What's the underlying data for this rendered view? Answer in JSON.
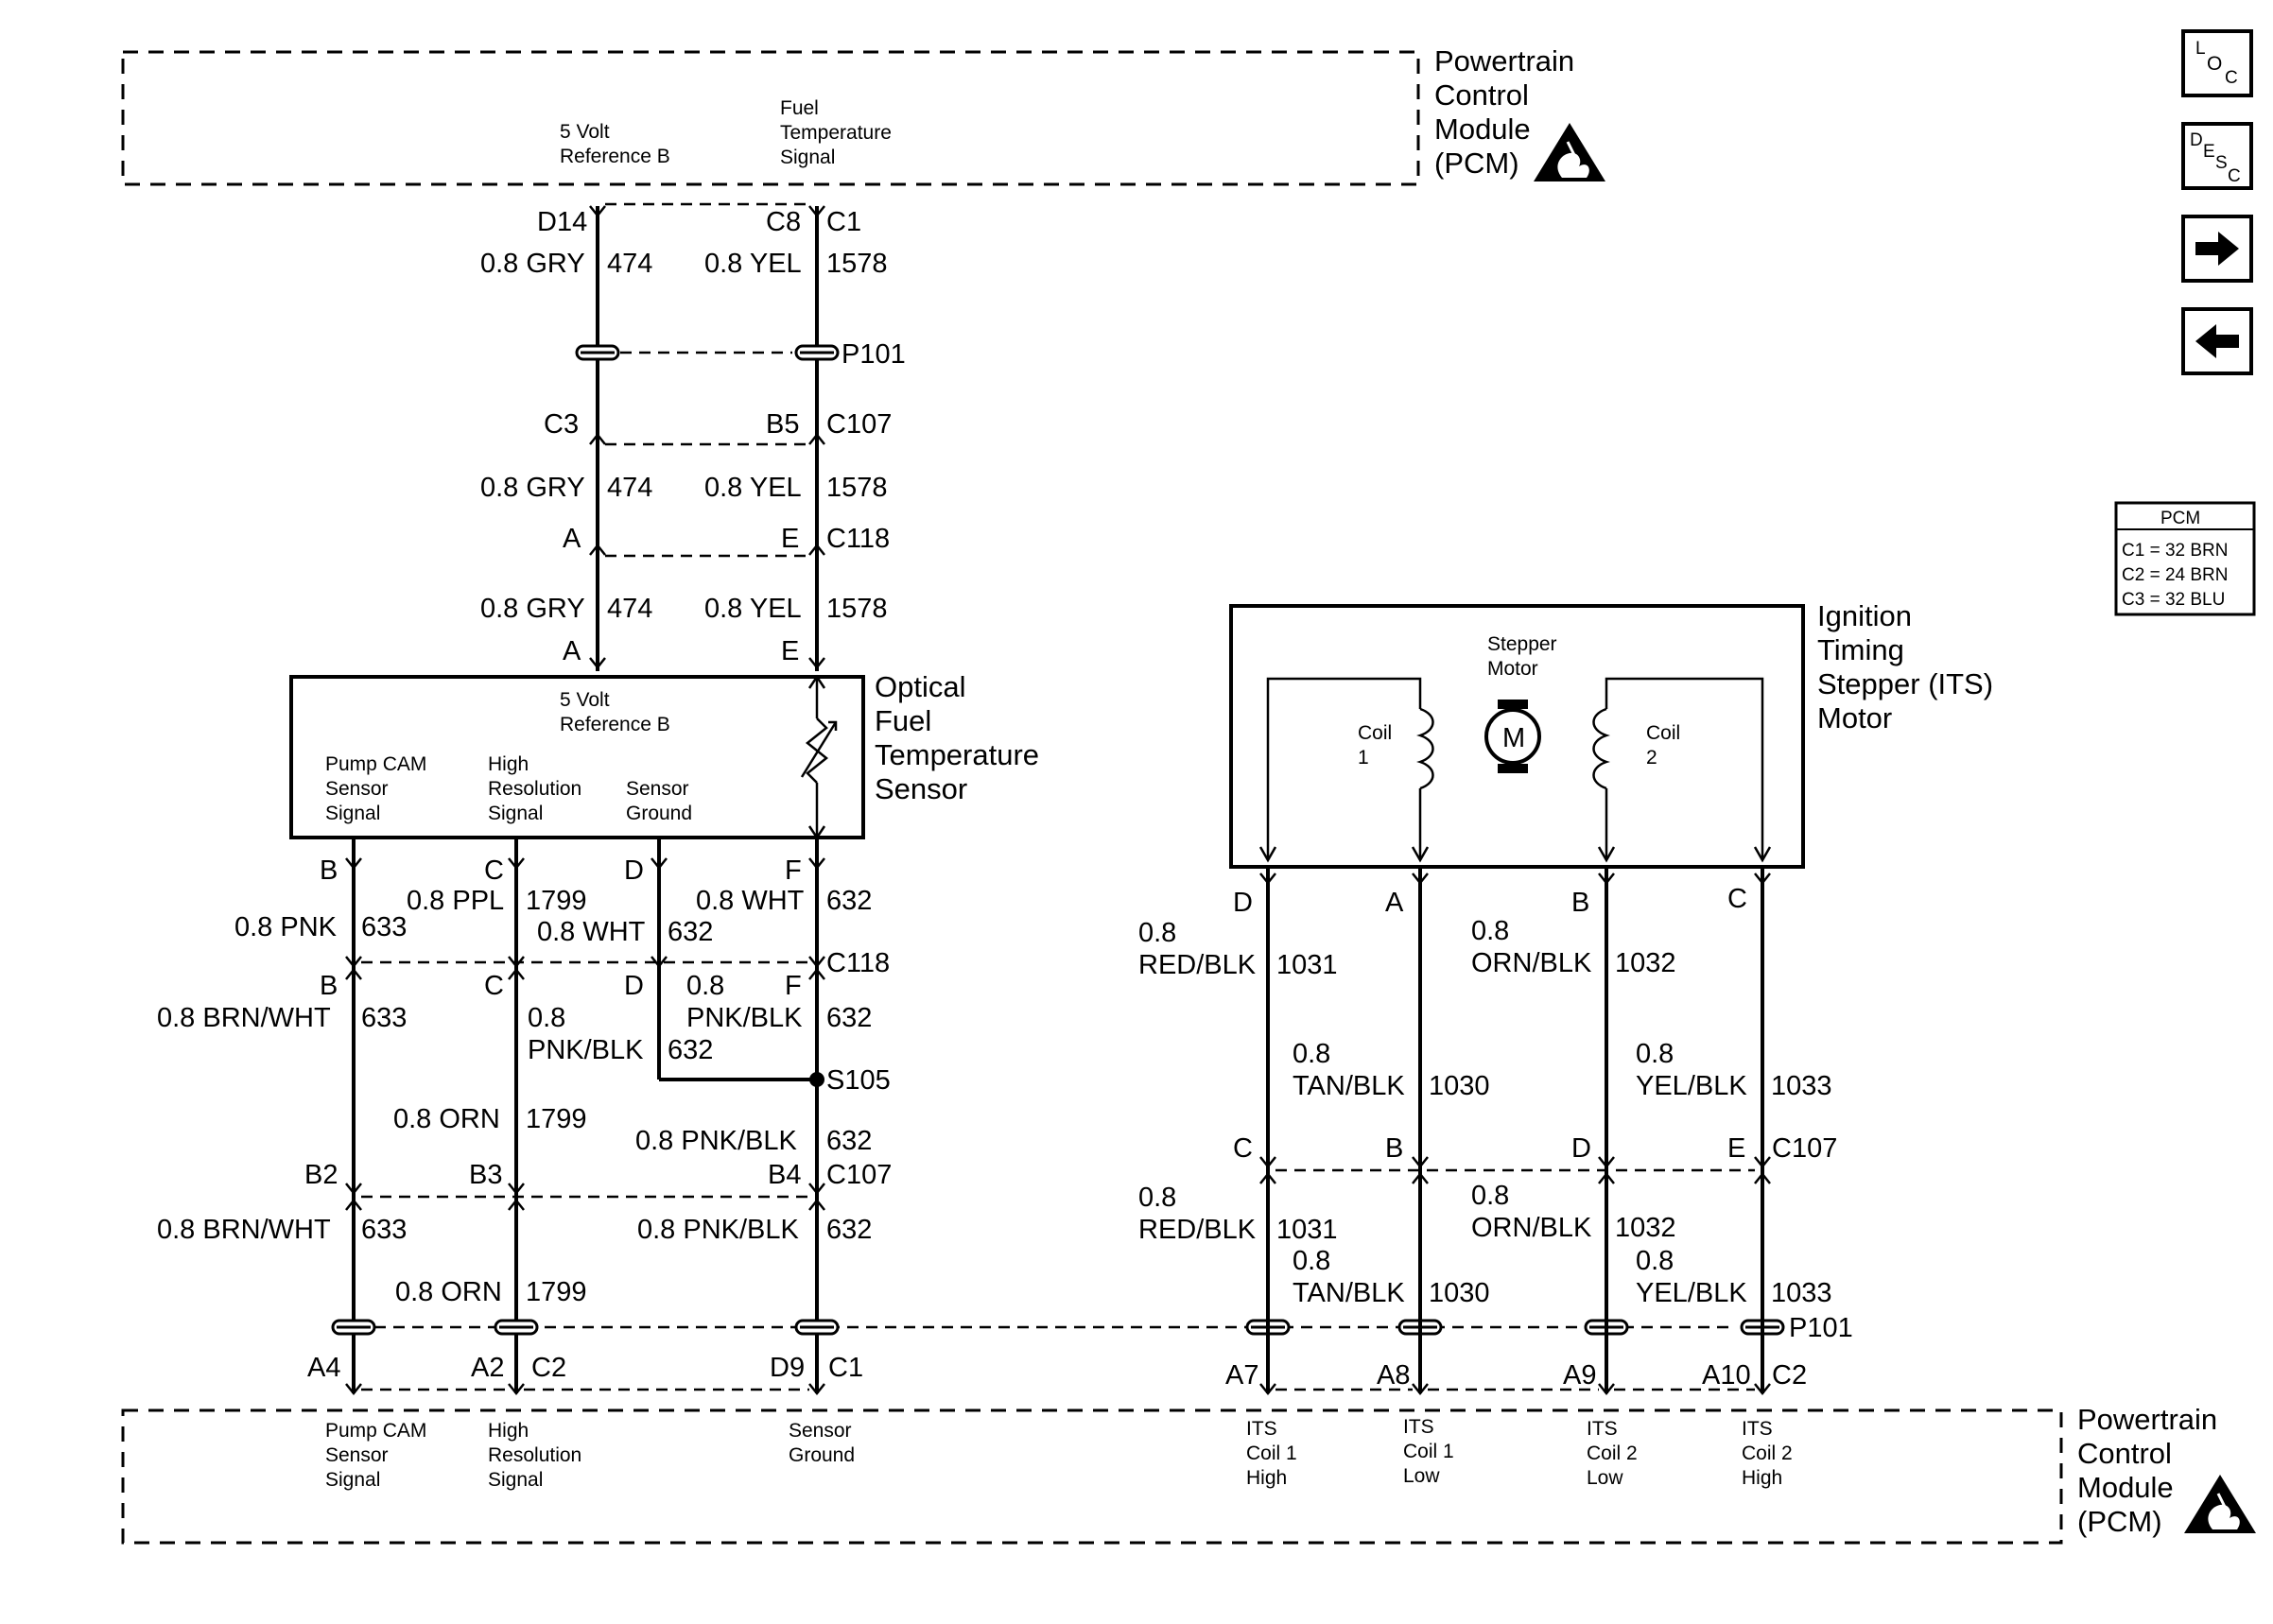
{
  "pcm_top": {
    "name": [
      "Powertrain",
      "Control",
      "Module",
      "(PCM)"
    ],
    "pin_5v": [
      "5 Volt",
      "Reference B"
    ],
    "pin_fuel_temp": [
      "Fuel",
      "Temperature",
      "Signal"
    ]
  },
  "pcm_bottom": {
    "name": [
      "Powertrain",
      "Control",
      "Module",
      "(PCM)"
    ],
    "pump_cam": [
      "Pump CAM",
      "Sensor",
      "Signal"
    ],
    "high_res": [
      "High",
      "Resolution",
      "Signal"
    ],
    "sensor_ground": [
      "Sensor",
      "Ground"
    ],
    "its_coil1_high": [
      "ITS",
      "Coil 1",
      "High"
    ],
    "its_coil1_low": [
      "ITS",
      "Coil 1",
      "Low"
    ],
    "its_coil2_low": [
      "ITS",
      "Coil 2",
      "Low"
    ],
    "its_coil2_high": [
      "ITS",
      "Coil 2",
      "High"
    ]
  },
  "sensor": {
    "name": [
      "Optical",
      "Fuel",
      "Temperature",
      "Sensor"
    ],
    "ref": [
      "5 Volt",
      "Reference B"
    ],
    "pump_cam": [
      "Pump CAM",
      "Sensor",
      "Signal"
    ],
    "high_res": [
      "High",
      "Resolution",
      "Signal"
    ],
    "sensor_ground": [
      "Sensor",
      "Ground"
    ]
  },
  "its_motor": {
    "name": [
      "Ignition",
      "Timing",
      "Stepper (ITS)",
      "Motor"
    ],
    "stepper": [
      "Stepper",
      "Motor"
    ],
    "coil1": [
      "Coil",
      "1"
    ],
    "coil2": [
      "Coil",
      "2"
    ],
    "motor_symbol": "M"
  },
  "nav_buttons": {
    "loc": {
      "l": "L",
      "o": "O",
      "c": "C"
    },
    "desc": {
      "d": "D",
      "e": "E",
      "s": "S",
      "c": "C"
    },
    "forward": "arrow-right-icon",
    "back": "arrow-left-icon"
  },
  "pcm_legend": {
    "title": "PCM",
    "rows": [
      "C1 = 32 BRN",
      "C2 = 24 BRN",
      "C3 = 32 BLU"
    ]
  },
  "pins": {
    "d14": "D14",
    "c8": "C8",
    "c1_top": "C1",
    "c3": "C3",
    "b5": "B5",
    "a1": "A",
    "e1": "E",
    "a2": "A",
    "e2": "E",
    "b_s": "B",
    "c_s": "C",
    "d_s": "D",
    "f_s": "F",
    "b_c": "B",
    "c_c": "C",
    "d_c": "D",
    "f_c": "F",
    "b2": "B2",
    "b3": "B3",
    "b4": "B4",
    "a4": "A4",
    "a2b": "A2",
    "c2_bot": "C2",
    "d9": "D9",
    "c1_bot": "C1",
    "its_d": "D",
    "its_a": "A",
    "its_b": "B",
    "its_c": "C",
    "its_c2": "C",
    "its_b2": "B",
    "its_d2": "D",
    "its_e2": "E",
    "a7": "A7",
    "a8": "A8",
    "a9": "A9",
    "a10": "A10",
    "c2_its": "C2"
  },
  "connectors": {
    "p101": "P101",
    "c107": "C107",
    "c118": "C118",
    "c118b": "C118",
    "s105": "S105",
    "c107b": "C107",
    "c107c": "C107",
    "p101b": "P101"
  },
  "wires": {
    "gry1_color": "0.8 GRY",
    "gry1_num": "474",
    "yel1_color": "0.8 YEL",
    "yel1_num": "1578",
    "gry2_color": "0.8 GRY",
    "gry2_num": "474",
    "yel2_color": "0.8 YEL",
    "yel2_num": "1578",
    "gry3_color": "0.8 GRY",
    "gry3_num": "474",
    "yel3_color": "0.8 YEL",
    "yel3_num": "1578",
    "pnk_color": "0.8 PNK",
    "pnk_num": "633",
    "ppl_color": "0.8 PPL",
    "ppl_num": "1799",
    "wht1_color": "0.8 WHT",
    "wht1_num": "632",
    "wht2_color": "0.8 WHT",
    "wht2_num": "632",
    "brnwht1_color": "0.8 BRN/WHT",
    "brnwht1_num": "633",
    "pnkblk1_size": "0.8",
    "pnkblk1_color": "PNK/BLK",
    "pnkblk1_num": "632",
    "pnkblk2_size": "0.8",
    "pnkblk2_color": "PNK/BLK",
    "pnkblk2_num": "632",
    "orn1_color": "0.8 ORN",
    "orn1_num": "1799",
    "pnkblk3_color": "0.8 PNK/BLK",
    "pnkblk3_num": "632",
    "brnwht2_color": "0.8 BRN/WHT",
    "brnwht2_num": "633",
    "pnkblk4_color": "0.8 PNK/BLK",
    "pnkblk4_num": "632",
    "orn2_color": "0.8 ORN",
    "orn2_num": "1799",
    "redblk1_size": "0.8",
    "redblk1_color": "RED/BLK",
    "redblk1_num": "1031",
    "ornblk1_size": "0.8",
    "ornblk1_color": "ORN/BLK",
    "ornblk1_num": "1032",
    "tanblk1_size": "0.8",
    "tanblk1_color": "TAN/BLK",
    "tanblk1_num": "1030",
    "yelblk1_size": "0.8",
    "yelblk1_color": "YEL/BLK",
    "yelblk1_num": "1033",
    "redblk2_size": "0.8",
    "redblk2_color": "RED/BLK",
    "redblk2_num": "1031",
    "ornblk2_size": "0.8",
    "ornblk2_color": "ORN/BLK",
    "ornblk2_num": "1032",
    "tanblk2_size": "0.8",
    "tanblk2_color": "TAN/BLK",
    "tanblk2_num": "1030",
    "yelblk2_size": "0.8",
    "yelblk2_color": "YEL/BLK",
    "yelblk2_num": "1033"
  },
  "icons": {
    "esd": "esd-warning-icon"
  }
}
